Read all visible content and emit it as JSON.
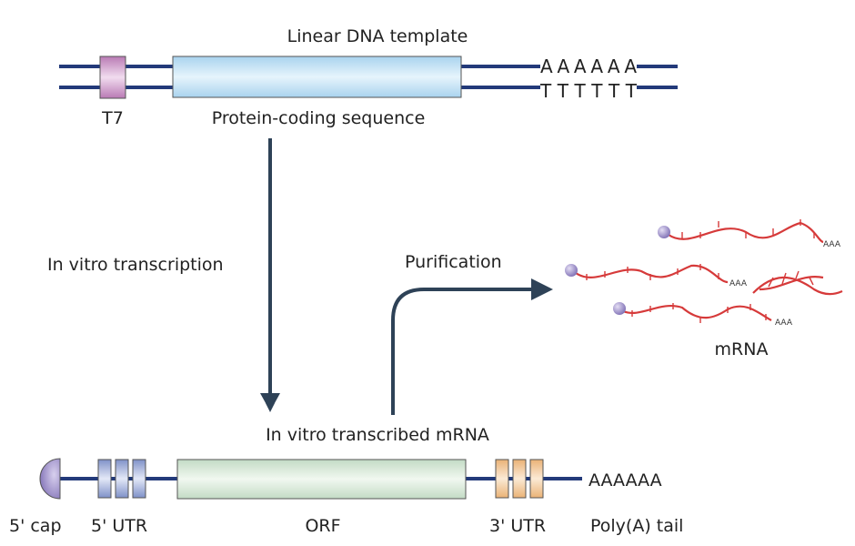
{
  "dna_template": {
    "title": "Linear DNA template",
    "promoter_label": "T7",
    "coding_label": "Protein-coding sequence",
    "polyA_top": "AAAAAA",
    "polyT_bottom": "TTTTTT"
  },
  "steps": {
    "transcription": "In vitro transcription",
    "purification": "Purification"
  },
  "mrna_construct": {
    "title": "In vitro transcribed mRNA",
    "cap_label": "5' cap",
    "utr5_label": "5' UTR",
    "orf_label": "ORF",
    "utr3_label": "3' UTR",
    "tail_text": "AAAAAA",
    "tail_label": "Poly(A) tail"
  },
  "product": {
    "label": "mRNA",
    "strand_tail": "AAA"
  },
  "colors": {
    "dna_line": "#233a7a",
    "arrow": "#2e4257",
    "promoter": "#c58cc0",
    "coding": "#bfe0f3",
    "orf": "#d4e6d4",
    "utr5": "#8e9fd1",
    "utr3": "#f2c48c",
    "cap": "#9b8cc7",
    "mrna": "#d63a3a"
  }
}
